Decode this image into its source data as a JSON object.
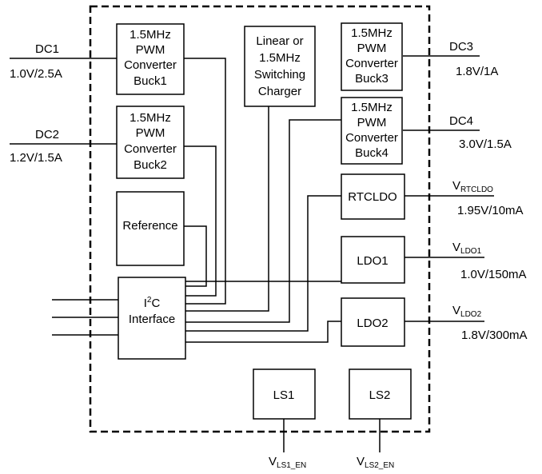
{
  "blocks": {
    "buck1": [
      "1.5MHz",
      "PWM",
      "Converter",
      "Buck1"
    ],
    "buck2": [
      "1.5MHz",
      "PWM",
      "Converter",
      "Buck2"
    ],
    "buck3": [
      "1.5MHz",
      "PWM",
      "Converter",
      "Buck3"
    ],
    "buck4": [
      "1.5MHz",
      "PWM",
      "Converter",
      "Buck4"
    ],
    "charger": [
      "Linear or",
      "1.5MHz",
      "Switching",
      "Charger"
    ],
    "reference": "Reference",
    "i2c": {
      "i": "I",
      "sup": "2",
      "c": "C",
      "line2": "Interface"
    },
    "rtcldo": "RTCLDO",
    "ldo1": "LDO1",
    "ldo2": "LDO2",
    "ls1": "LS1",
    "ls2": "LS2"
  },
  "outputs": {
    "dc1": {
      "name": "DC1",
      "rating": "1.0V/2.5A"
    },
    "dc2": {
      "name": "DC2",
      "rating": "1.2V/1.5A"
    },
    "dc3": {
      "name": "DC3",
      "rating": "1.8V/1A"
    },
    "dc4": {
      "name": "DC4",
      "rating": "3.0V/1.5A"
    },
    "vrtcldo": {
      "v": "V",
      "sub": "RTCLDO",
      "rating": "1.95V/10mA"
    },
    "vldo1": {
      "v": "V",
      "sub": "LDO1",
      "rating": "1.0V/150mA"
    },
    "vldo2": {
      "v": "V",
      "sub": "LDO2",
      "rating": "1.8V/300mA"
    },
    "vls1": {
      "v": "V",
      "sub": "LS1_EN"
    },
    "vls2": {
      "v": "V",
      "sub": "LS2_EN"
    }
  }
}
